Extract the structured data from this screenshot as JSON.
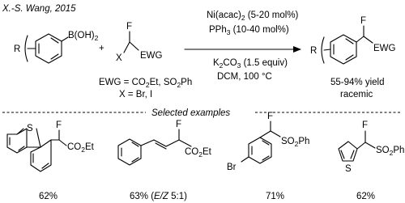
{
  "author": "X.-S. Wang, 2015",
  "reaction": {
    "aryl_group": "R",
    "boronic_acid": "B(OH)2",
    "plus": "+",
    "reagent_F": "F",
    "reagent_X": "X",
    "reagent_EWG": "EWG",
    "conditions_line1": "Ni(acac)2 (5-20 mol%)",
    "conditions_line2": "PPh3 (10-40 mol%)",
    "conditions_line3": "K2CO3 (1.5 equiv)",
    "conditions_line4": "DCM, 100 °C",
    "ewg_definition": "EWG = CO2Et, SO2Ph",
    "x_definition": "X = Br, I",
    "product_F": "F",
    "product_R": "R",
    "product_EWG": "EWG",
    "yield": "55-94% yield",
    "stereo": "racemic"
  },
  "examples_title": "Selected examples",
  "examples": [
    {
      "label_S": "S",
      "label_F": "F",
      "label_EWG": "CO2Et",
      "yield": "62%"
    },
    {
      "label_F": "F",
      "label_EWG": "CO2Et",
      "yield_pre": "63% (",
      "yield_it": "E/Z",
      "yield_post": " 5:1)"
    },
    {
      "label_Br": "Br",
      "label_F": "F",
      "label_EWG": "SO2Ph",
      "yield": "71%"
    },
    {
      "label_S": "S",
      "label_F": "F",
      "label_EWG": "SO2Ph",
      "yield": "62%"
    }
  ],
  "colors": {
    "ink": "#000000",
    "background": "#ffffff"
  }
}
